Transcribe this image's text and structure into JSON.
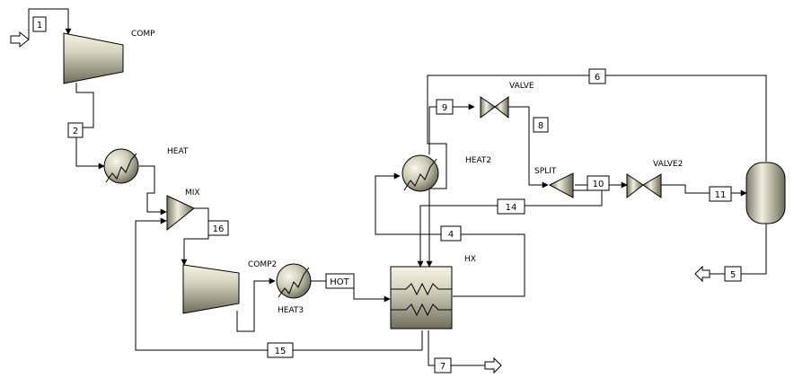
{
  "blocks": {
    "comp": "COMP",
    "heat": "HEAT",
    "mix": "MIX",
    "comp2": "COMP2",
    "heat3": "HEAT3",
    "hx": "HX",
    "heat2": "HEAT2",
    "valve": "VALVE",
    "split": "SPLIT",
    "valve2": "VALVE2"
  },
  "streams": {
    "s1": "1",
    "s2": "2",
    "s4": "4",
    "s5": "5",
    "s6": "6",
    "s7": "7",
    "s8": "8",
    "s9": "9",
    "s10": "10",
    "s11": "11",
    "s14": "14",
    "s15": "15",
    "s16": "16",
    "hot": "HOT"
  }
}
